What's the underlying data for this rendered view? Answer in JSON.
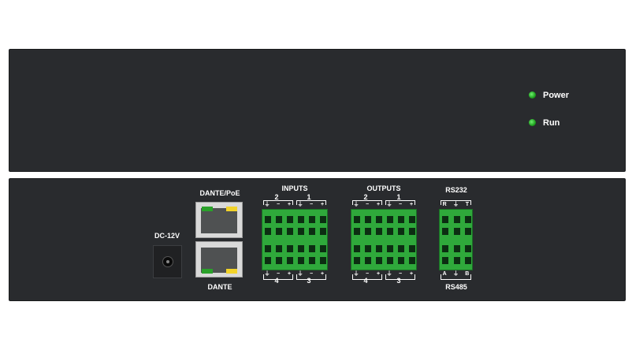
{
  "front_panel": {
    "indicators": [
      {
        "label": "Power",
        "color": "#2fbf2f"
      },
      {
        "label": "Run",
        "color": "#2fbf2f"
      }
    ]
  },
  "rear_panel": {
    "power": {
      "label": "DC-12V"
    },
    "network": {
      "top_label": "DANTE/PoE",
      "bottom_label": "DANTE"
    },
    "inputs": {
      "label": "INPUTS",
      "top_channels": [
        "2",
        "1"
      ],
      "bottom_channels": [
        "4",
        "3"
      ]
    },
    "outputs": {
      "label": "OUTPUTS",
      "top_channels": [
        "2",
        "1"
      ],
      "bottom_channels": [
        "4",
        "3"
      ]
    },
    "serial": {
      "top_label": "RS232",
      "bottom_label": "RS485",
      "top_pins": [
        "R",
        "⏚",
        "T"
      ],
      "bottom_pins": [
        "A",
        "⏚",
        "B"
      ]
    },
    "pin_symbols": [
      "⏚",
      "−",
      "+"
    ]
  },
  "colors": {
    "panel": "#292b2e",
    "terminal": "#2fa93b",
    "led": "#2fbf2f",
    "rj_led_green": "#2aa12a",
    "rj_led_yellow": "#f2d32a"
  }
}
